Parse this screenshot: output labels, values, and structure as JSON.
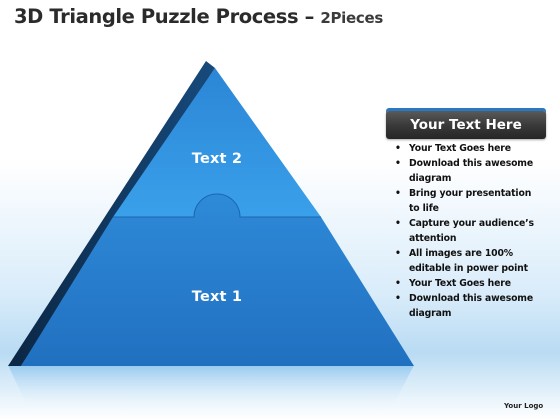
{
  "title": {
    "main": "3D Triangle Puzzle Process",
    "dash": "–",
    "sub": "2Pieces"
  },
  "pieces": [
    {
      "label": "Text 2",
      "position": "top"
    },
    {
      "label": "Text 1",
      "position": "bottom"
    }
  ],
  "colors": {
    "top_piece": "#2f8fdc",
    "bottom_piece": "#2a7fcd",
    "side_dark": "#0c2f55",
    "header_bg": "#333333",
    "header_accent": "#2a77c2"
  },
  "info_panel": {
    "header": "Your Text Here",
    "bullets": [
      [
        "Your Text Goes here"
      ],
      [
        "Download this awesome",
        "diagram"
      ],
      [
        "Bring your presentation",
        "to life"
      ],
      [
        "Capture your audience’s",
        "attention"
      ],
      [
        "All images are 100%",
        "editable in power point"
      ],
      [
        "Your Text Goes here"
      ],
      [
        "Download this awesome",
        "diagram"
      ]
    ]
  },
  "logo": "Your Logo"
}
